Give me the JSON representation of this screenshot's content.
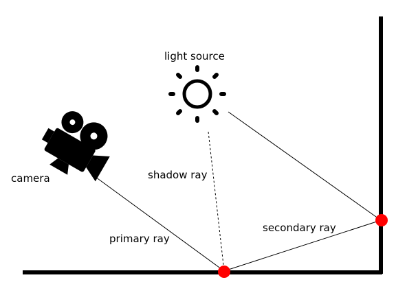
{
  "labels": {
    "light_source": "light source",
    "camera": "camera",
    "shadow_ray": "shadow ray",
    "primary_ray": "primary ray",
    "secondary_ray": "secondary ray"
  },
  "icons": {
    "light": "sun-icon",
    "camera": "movie-camera-icon",
    "hit_point": "red-dot"
  },
  "colors": {
    "ink": "#000000",
    "hit_point": "#ff0000",
    "background": "#ffffff"
  }
}
